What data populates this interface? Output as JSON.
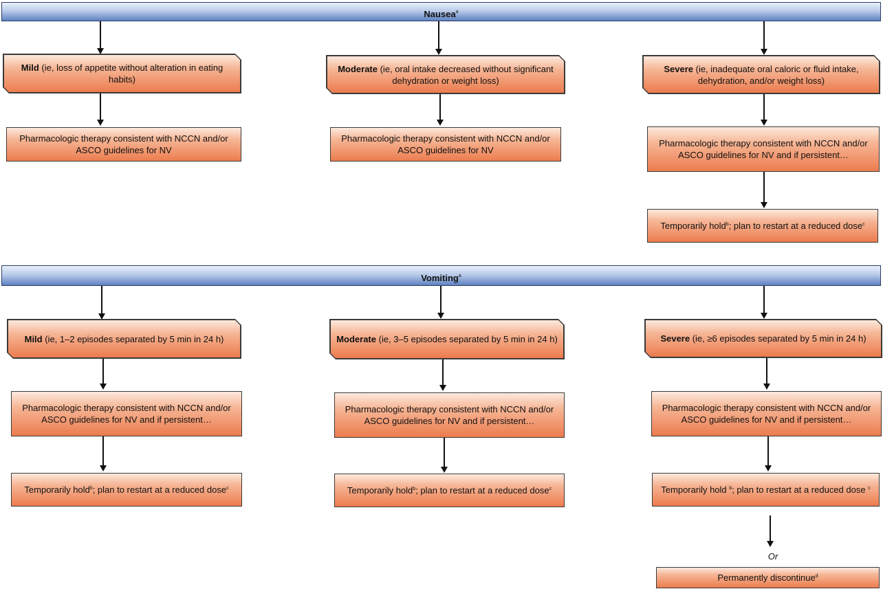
{
  "nausea": {
    "title": "Nausea",
    "title_sup": "a",
    "mild": {
      "label": "Mild",
      "desc": " (ie, loss of appetite without alteration in eating habits)"
    },
    "moderate": {
      "label": "Moderate",
      "desc": " (ie, oral intake decreased without significant dehydration or weight loss)"
    },
    "severe": {
      "label": "Severe",
      "desc": " (ie, inadequate oral caloric or fluid intake, dehydration, and/or weight loss)"
    },
    "therapy": "Pharmacologic therapy consistent with NCCN and/or ASCO guidelines for NV",
    "therapy_persistent": "Pharmacologic therapy consistent with NCCN and/or ASCO guidelines for NV and if persistent…",
    "hold_a": "Temporarily hold",
    "hold_b": "; plan to restart at a reduced dose"
  },
  "vomiting": {
    "title": "Vomiting",
    "title_sup": "a",
    "mild": {
      "label": "Mild",
      "desc": " (ie, 1–2 episodes separated by 5 min in 24 h)"
    },
    "moderate": {
      "label": "Moderate",
      "desc": " (ie, 3–5 episodes separated by 5 min in 24 h)"
    },
    "severe": {
      "label": "Severe",
      "desc": " (ie, ≥6 episodes separated by 5 min in 24 h)"
    },
    "therapy_persistent": "Pharmacologic therapy consistent with NCCN and/or ASCO guidelines for NV and if persistent…",
    "hold_a": "Temporarily hold",
    "hold_b": "; plan to restart at a reduced dose",
    "or": "Or",
    "discontinue": "Permanently discontinue"
  },
  "footnote_marks": {
    "b": "b",
    "c": "c",
    "d": "d"
  }
}
